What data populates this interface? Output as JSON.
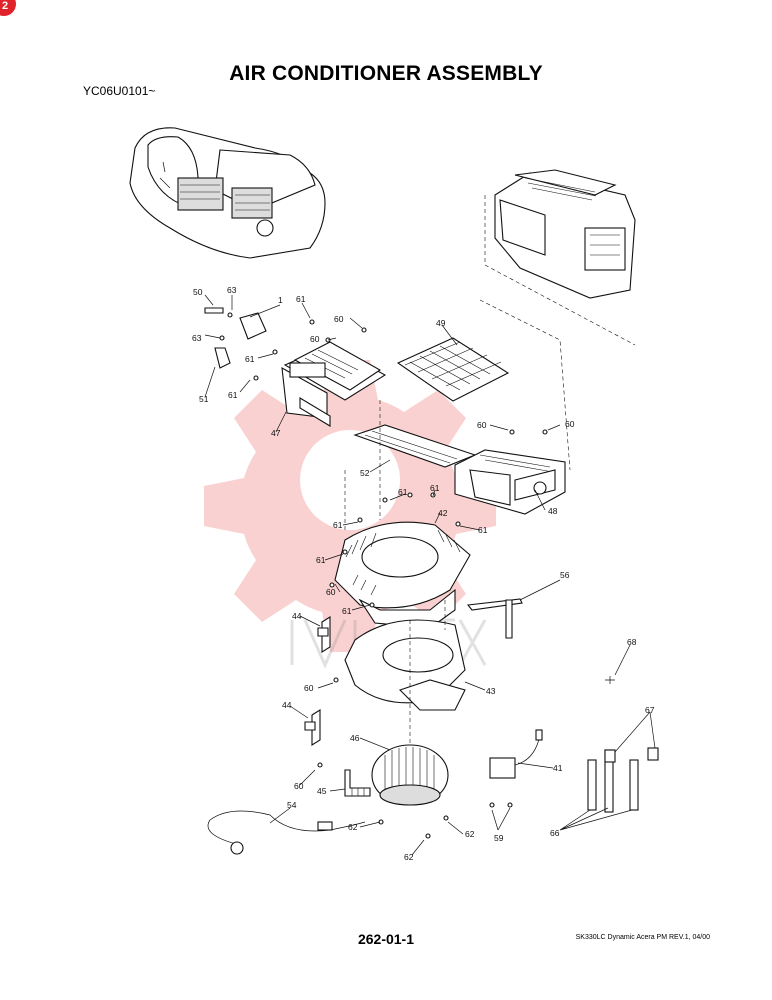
{
  "corner_badge": "2",
  "title": "AIR CONDITIONER ASSEMBLY",
  "serial_range": "YC06U0101~",
  "page_number": "262-01-1",
  "footer_text": "SK330LC Dynamic Acera PM REV.1, 04/00",
  "watermark_color": "#f07a7a",
  "callouts": [
    "50",
    "63",
    "1",
    "63",
    "51",
    "61",
    "61",
    "61",
    "60",
    "60",
    "49",
    "47",
    "52",
    "60",
    "60",
    "48",
    "61",
    "61",
    "42",
    "61",
    "61",
    "61",
    "60",
    "61",
    "56",
    "44",
    "60",
    "43",
    "68",
    "44",
    "46",
    "60",
    "41",
    "67",
    "45",
    "54",
    "62",
    "62",
    "59",
    "62",
    "66"
  ]
}
